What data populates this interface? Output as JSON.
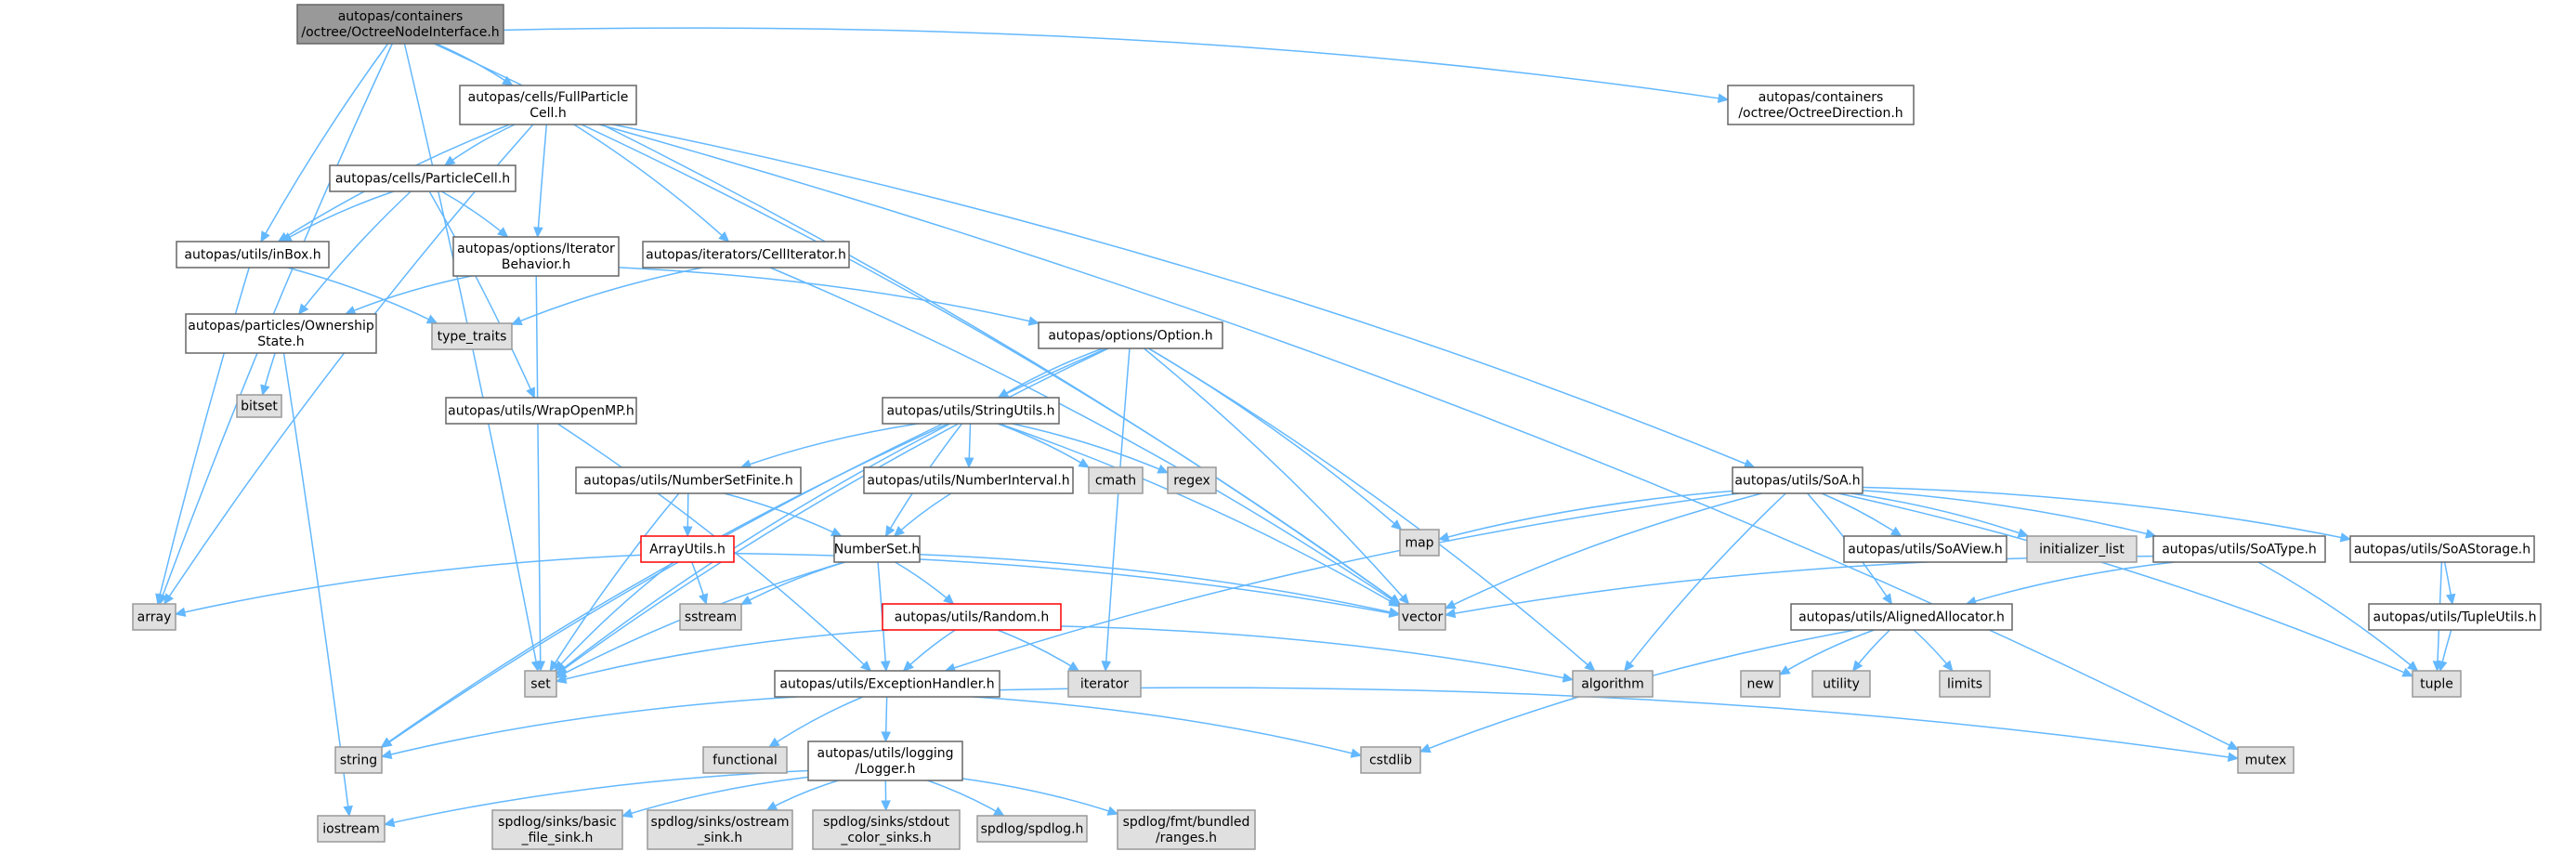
{
  "nodes": [
    {
      "id": "root",
      "lines": [
        "autopas/containers",
        "/octree/OctreeNodeInterface.h"
      ],
      "style": "root"
    },
    {
      "id": "fullparticle",
      "lines": [
        "autopas/cells/FullParticle",
        "Cell.h"
      ],
      "style": "normal"
    },
    {
      "id": "octreedir",
      "lines": [
        "autopas/containers",
        "/octree/OctreeDirection.h"
      ],
      "style": "normal"
    },
    {
      "id": "particlecell",
      "lines": [
        "autopas/cells/ParticleCell.h"
      ],
      "style": "normal"
    },
    {
      "id": "inbox",
      "lines": [
        "autopas/utils/inBox.h"
      ],
      "style": "normal"
    },
    {
      "id": "iterbehavior",
      "lines": [
        "autopas/options/Iterator",
        "Behavior.h"
      ],
      "style": "normal"
    },
    {
      "id": "celliter",
      "lines": [
        "autopas/iterators/CellIterator.h"
      ],
      "style": "normal"
    },
    {
      "id": "typetraits",
      "lines": [
        "type_traits"
      ],
      "style": "sys"
    },
    {
      "id": "ownership",
      "lines": [
        "autopas/particles/Ownership",
        "State.h"
      ],
      "style": "normal"
    },
    {
      "id": "option",
      "lines": [
        "autopas/options/Option.h"
      ],
      "style": "normal"
    },
    {
      "id": "bitset",
      "lines": [
        "bitset"
      ],
      "style": "sys"
    },
    {
      "id": "wrapomp",
      "lines": [
        "autopas/utils/WrapOpenMP.h"
      ],
      "style": "normal"
    },
    {
      "id": "stringutils",
      "lines": [
        "autopas/utils/StringUtils.h"
      ],
      "style": "normal"
    },
    {
      "id": "numsetfinite",
      "lines": [
        "autopas/utils/NumberSetFinite.h"
      ],
      "style": "normal"
    },
    {
      "id": "numinterval",
      "lines": [
        "autopas/utils/NumberInterval.h"
      ],
      "style": "normal"
    },
    {
      "id": "cmath",
      "lines": [
        "cmath"
      ],
      "style": "sys"
    },
    {
      "id": "regex",
      "lines": [
        "regex"
      ],
      "style": "sys"
    },
    {
      "id": "soa",
      "lines": [
        "autopas/utils/SoA.h"
      ],
      "style": "normal"
    },
    {
      "id": "arrayutils",
      "lines": [
        "ArrayUtils.h"
      ],
      "style": "red"
    },
    {
      "id": "numberset",
      "lines": [
        "NumberSet.h"
      ],
      "style": "normal"
    },
    {
      "id": "map",
      "lines": [
        "map"
      ],
      "style": "sys"
    },
    {
      "id": "soaview",
      "lines": [
        "autopas/utils/SoAView.h"
      ],
      "style": "normal"
    },
    {
      "id": "initlist",
      "lines": [
        "initializer_list"
      ],
      "style": "sys"
    },
    {
      "id": "soatype",
      "lines": [
        "autopas/utils/SoAType.h"
      ],
      "style": "normal"
    },
    {
      "id": "soastorage",
      "lines": [
        "autopas/utils/SoAStorage.h"
      ],
      "style": "normal"
    },
    {
      "id": "array",
      "lines": [
        "array"
      ],
      "style": "sys"
    },
    {
      "id": "sstream",
      "lines": [
        "sstream"
      ],
      "style": "sys"
    },
    {
      "id": "vector",
      "lines": [
        "vector"
      ],
      "style": "sys"
    },
    {
      "id": "random",
      "lines": [
        "autopas/utils/Random.h"
      ],
      "style": "red"
    },
    {
      "id": "alignedalloc",
      "lines": [
        "autopas/utils/AlignedAllocator.h"
      ],
      "style": "normal"
    },
    {
      "id": "tupleutils",
      "lines": [
        "autopas/utils/TupleUtils.h"
      ],
      "style": "normal"
    },
    {
      "id": "set",
      "lines": [
        "set"
      ],
      "style": "sys"
    },
    {
      "id": "exception",
      "lines": [
        "autopas/utils/ExceptionHandler.h"
      ],
      "style": "normal"
    },
    {
      "id": "iterator",
      "lines": [
        "iterator"
      ],
      "style": "sys"
    },
    {
      "id": "algorithm",
      "lines": [
        "algorithm"
      ],
      "style": "sys"
    },
    {
      "id": "new",
      "lines": [
        "new"
      ],
      "style": "sys"
    },
    {
      "id": "utility",
      "lines": [
        "utility"
      ],
      "style": "sys"
    },
    {
      "id": "limits",
      "lines": [
        "limits"
      ],
      "style": "sys"
    },
    {
      "id": "tuple",
      "lines": [
        "tuple"
      ],
      "style": "sys"
    },
    {
      "id": "string",
      "lines": [
        "string"
      ],
      "style": "sys"
    },
    {
      "id": "functional",
      "lines": [
        "functional"
      ],
      "style": "sys"
    },
    {
      "id": "logger",
      "lines": [
        "autopas/utils/logging",
        "/Logger.h"
      ],
      "style": "normal"
    },
    {
      "id": "cstdlib",
      "lines": [
        "cstdlib"
      ],
      "style": "sys"
    },
    {
      "id": "mutex",
      "lines": [
        "mutex"
      ],
      "style": "sys"
    },
    {
      "id": "iostream",
      "lines": [
        "iostream"
      ],
      "style": "sys"
    },
    {
      "id": "basicfile",
      "lines": [
        "spdlog/sinks/basic",
        "_file_sink.h"
      ],
      "style": "sys"
    },
    {
      "id": "ostreamsink",
      "lines": [
        "spdlog/sinks/ostream",
        "_sink.h"
      ],
      "style": "sys"
    },
    {
      "id": "stdoutsink",
      "lines": [
        "spdlog/sinks/stdout",
        "_color_sinks.h"
      ],
      "style": "sys"
    },
    {
      "id": "spdlog",
      "lines": [
        "spdlog/spdlog.h"
      ],
      "style": "sys"
    },
    {
      "id": "ranges",
      "lines": [
        "spdlog/fmt/bundled",
        "/ranges.h"
      ],
      "style": "sys"
    }
  ],
  "edges": [
    [
      "root",
      "fullparticle"
    ],
    [
      "root",
      "octreedir"
    ],
    [
      "root",
      "inbox"
    ],
    [
      "root",
      "array"
    ],
    [
      "root",
      "set"
    ],
    [
      "root",
      "vector"
    ],
    [
      "fullparticle",
      "particlecell"
    ],
    [
      "fullparticle",
      "inbox"
    ],
    [
      "fullparticle",
      "iterbehavior"
    ],
    [
      "fullparticle",
      "celliter"
    ],
    [
      "fullparticle",
      "soa"
    ],
    [
      "fullparticle",
      "array"
    ],
    [
      "fullparticle",
      "vector"
    ],
    [
      "fullparticle",
      "mutex"
    ],
    [
      "particlecell",
      "inbox"
    ],
    [
      "particlecell",
      "iterbehavior"
    ],
    [
      "particlecell",
      "ownership"
    ],
    [
      "particlecell",
      "wrapomp"
    ],
    [
      "inbox",
      "typetraits"
    ],
    [
      "inbox",
      "array"
    ],
    [
      "iterbehavior",
      "ownership"
    ],
    [
      "iterbehavior",
      "option"
    ],
    [
      "iterbehavior",
      "set"
    ],
    [
      "celliter",
      "typetraits"
    ],
    [
      "celliter",
      "vector"
    ],
    [
      "ownership",
      "bitset"
    ],
    [
      "ownership",
      "iostream"
    ],
    [
      "option",
      "stringutils"
    ],
    [
      "option",
      "set"
    ],
    [
      "option",
      "string"
    ],
    [
      "option",
      "map"
    ],
    [
      "option",
      "vector"
    ],
    [
      "option",
      "iterator"
    ],
    [
      "option",
      "algorithm"
    ],
    [
      "wrapomp",
      "exception"
    ],
    [
      "stringutils",
      "numsetfinite"
    ],
    [
      "stringutils",
      "numinterval"
    ],
    [
      "stringutils",
      "numberset"
    ],
    [
      "stringutils",
      "cmath"
    ],
    [
      "stringutils",
      "regex"
    ],
    [
      "stringutils",
      "set"
    ],
    [
      "stringutils",
      "string"
    ],
    [
      "stringutils",
      "vector"
    ],
    [
      "numsetfinite",
      "arrayutils"
    ],
    [
      "numsetfinite",
      "numberset"
    ],
    [
      "numsetfinite",
      "set"
    ],
    [
      "numinterval",
      "numberset"
    ],
    [
      "arrayutils",
      "array"
    ],
    [
      "arrayutils",
      "sstream"
    ],
    [
      "arrayutils",
      "set"
    ],
    [
      "arrayutils",
      "vector"
    ],
    [
      "numberset",
      "random"
    ],
    [
      "numberset",
      "exception"
    ],
    [
      "numberset",
      "sstream"
    ],
    [
      "numberset",
      "set"
    ],
    [
      "numberset",
      "vector"
    ],
    [
      "random",
      "exception"
    ],
    [
      "random",
      "set"
    ],
    [
      "random",
      "iterator"
    ],
    [
      "random",
      "algorithm"
    ],
    [
      "soa",
      "map"
    ],
    [
      "soa",
      "soaview"
    ],
    [
      "soa",
      "initlist"
    ],
    [
      "soa",
      "soatype"
    ],
    [
      "soa",
      "soastorage"
    ],
    [
      "soa",
      "alignedalloc"
    ],
    [
      "soa",
      "vector"
    ],
    [
      "soa",
      "exception"
    ],
    [
      "soa",
      "algorithm"
    ],
    [
      "soa",
      "tuple"
    ],
    [
      "soatype",
      "alignedalloc"
    ],
    [
      "soatype",
      "vector"
    ],
    [
      "soatype",
      "tuple"
    ],
    [
      "soastorage",
      "tupleutils"
    ],
    [
      "soastorage",
      "tuple"
    ],
    [
      "tupleutils",
      "tuple"
    ],
    [
      "alignedalloc",
      "new"
    ],
    [
      "alignedalloc",
      "utility"
    ],
    [
      "alignedalloc",
      "limits"
    ],
    [
      "alignedalloc",
      "cstdlib"
    ],
    [
      "exception",
      "functional"
    ],
    [
      "exception",
      "logger"
    ],
    [
      "exception",
      "string"
    ],
    [
      "exception",
      "cstdlib"
    ],
    [
      "exception",
      "mutex"
    ],
    [
      "logger",
      "iostream"
    ],
    [
      "logger",
      "basicfile"
    ],
    [
      "logger",
      "ostreamsink"
    ],
    [
      "logger",
      "stdoutsink"
    ],
    [
      "logger",
      "spdlog"
    ],
    [
      "logger",
      "ranges"
    ]
  ]
}
